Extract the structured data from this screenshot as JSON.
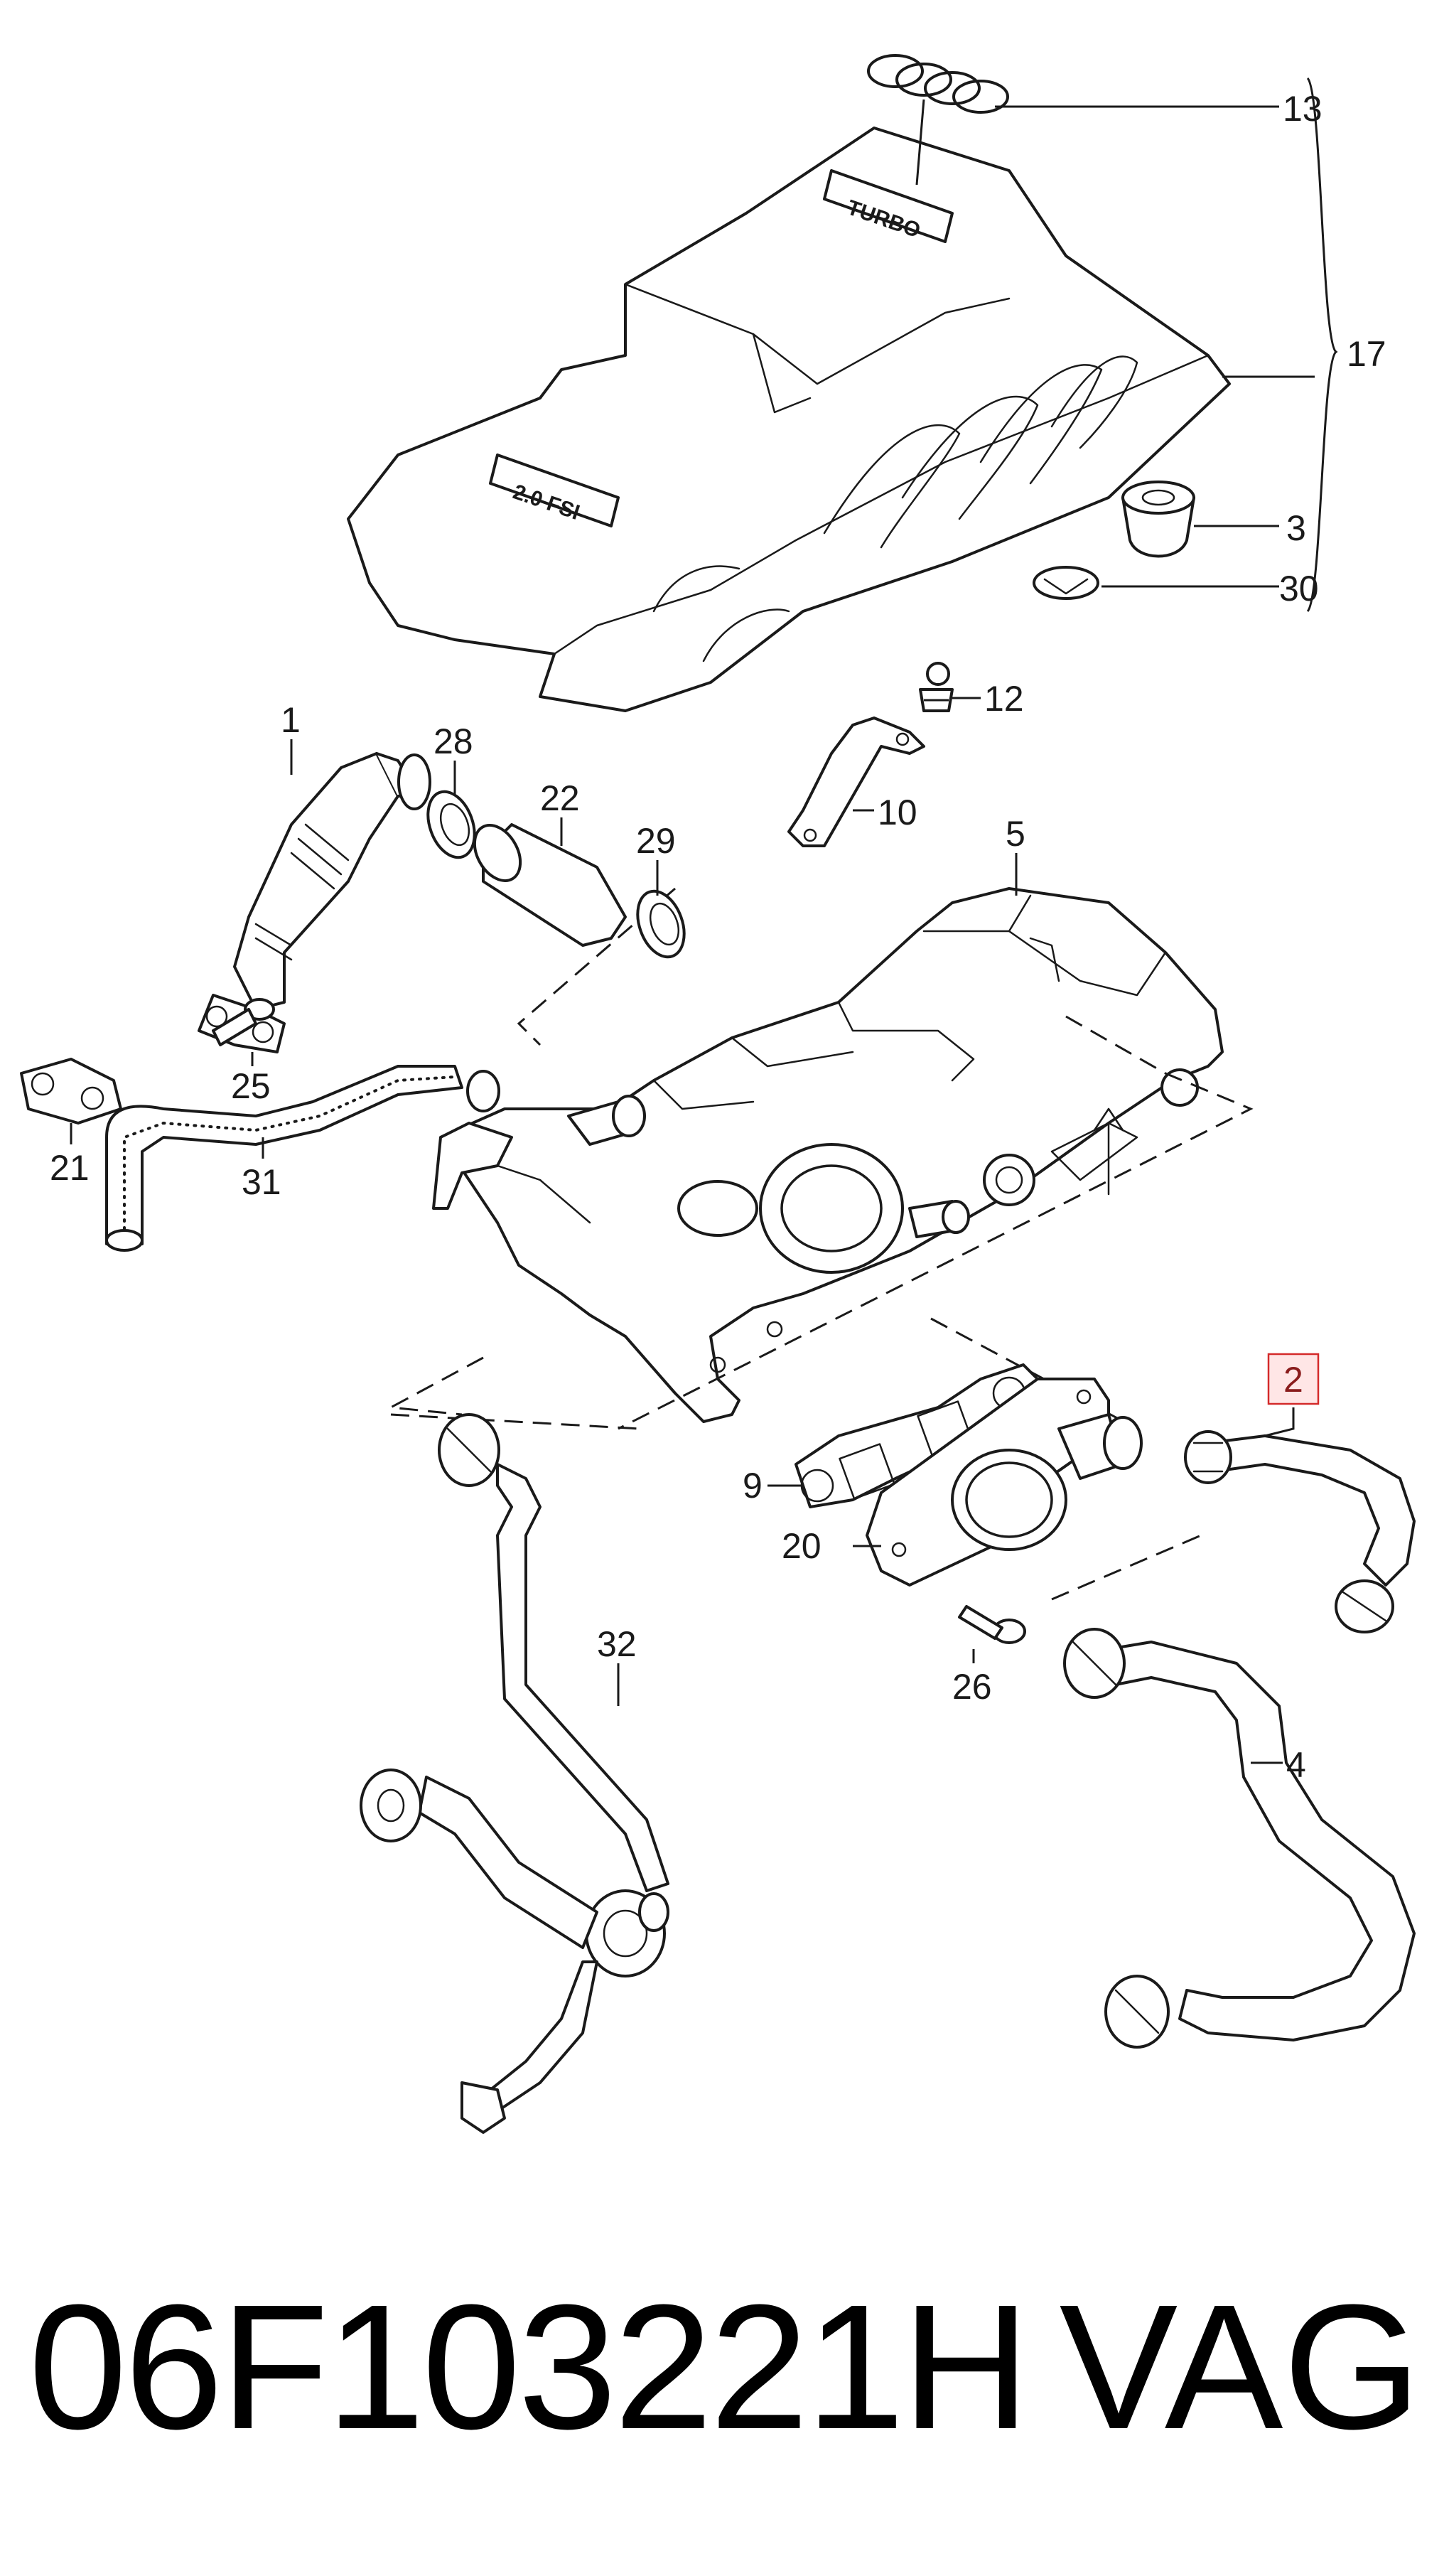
{
  "callouts": {
    "c1": "1",
    "c2": "2",
    "c3": "3",
    "c4": "4",
    "c5": "5",
    "c9": "9",
    "c10": "10",
    "c12": "12",
    "c13": "13",
    "c17": "17",
    "c20": "20",
    "c21": "21",
    "c22": "22",
    "c25": "25",
    "c26": "26",
    "c28": "28",
    "c29": "29",
    "c30": "30",
    "c31": "31",
    "c32": "32"
  },
  "highlighted_callout": "2",
  "emblems": {
    "turbo": "TURBO",
    "tfsi": "2.0 FSI"
  },
  "footer": {
    "part_number": "06F103221H",
    "brand": "VAG"
  },
  "colors": {
    "highlight_fill": "#ffe6e6",
    "highlight_border": "#d42a2a",
    "line": "#1a1a1a"
  }
}
